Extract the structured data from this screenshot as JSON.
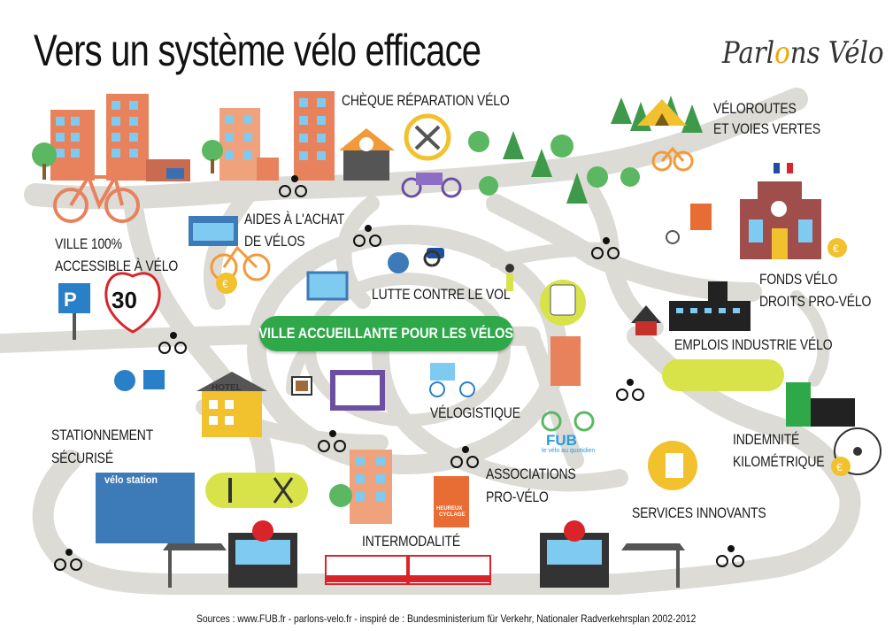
{
  "title": "Vers un système vélo efficace",
  "logo": {
    "part1": "Parl",
    "o": "o",
    "part2": "ns Vélo !"
  },
  "banner": "VILLE ACCUEILLANTE POUR LES  VÉLOS",
  "labels": {
    "cheque": "CHÈQUE RÉPARATION VÉLO",
    "veloroutes_1": "VÉLOROUTES",
    "veloroutes_2": "ET VOIES VERTES",
    "aides_1": "AIDES À L'ACHAT",
    "aides_2": "DE VÉLOS",
    "ville100_1": "VILLE 100%",
    "ville100_2": "ACCESSIBLE À VÉLO",
    "lutte": "LUTTE CONTRE LE VOL",
    "fonds_1": "FONDS VÉLO",
    "fonds_2": "DROITS PRO-VÉLO",
    "emplois": "EMPLOIS INDUSTRIE VÉLO",
    "velogistique": "VÉLOGISTIQUE",
    "stationnement_1": "STATIONNEMENT",
    "stationnement_2": "SÉCURISÉ",
    "indemnite_1": "INDEMNITÉ",
    "indemnite_2": "KILOMÉTRIQUE",
    "associations_1": "ASSOCIATIONS",
    "associations_2": "PRO-VÉLO",
    "services": "SERVICES INNOVANTS",
    "intermodalite": "INTERMODALITÉ"
  },
  "signs": {
    "speed": "30",
    "hotel": "HOTEL",
    "velo_station": "vélo station",
    "fub": "FUB",
    "fub_sub": "le vélo au quotidien",
    "cyclo_1": "HEUREUX",
    "cyclo_2": "CYCLAGE"
  },
  "footer": "Sources : www.FUB.fr - parlons-velo.fr - inspiré de : Bundesministerium für Verkehr, Nationaler Radverkehrsplan 2002-2012",
  "colors": {
    "road": "#dcdbd6",
    "green": "#2fa84a",
    "orange": "#f29a3a",
    "brick": "#e7825d",
    "blue": "#3d7ab8",
    "yellow": "#d8e34a"
  }
}
